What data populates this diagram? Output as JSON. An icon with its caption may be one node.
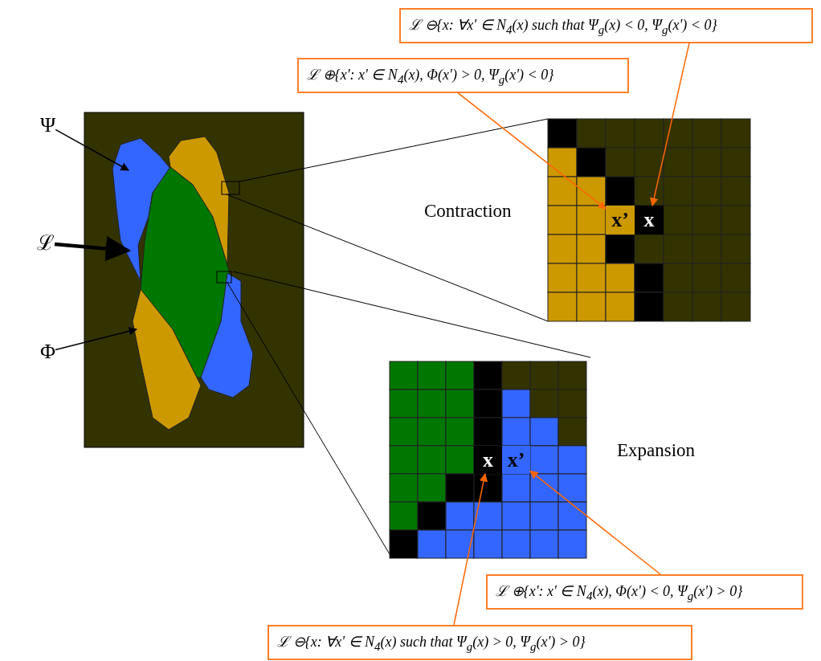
{
  "diagram": {
    "nodes": [
      {
        "text": [
          "ℒ ⊖{x: ∀x' ∈ N$_{4}$(x) such that Ψ$_{g}$(x) < 0, Ψ$_{g}$(x') < 0}"
        ]
      },
      {
        "text": [
          "ℒ ⊕{x': x' ∈ N$_{4}$(x), Φ(x') > 0, Ψ$_{g}$(x') < 0}"
        ]
      },
      {
        "text": [
          "Ψ"
        ]
      },
      {
        "text": [
          "x’"
        ]
      },
      {
        "text": [
          "x"
        ]
      },
      {
        "text": [
          "ℒ"
        ]
      },
      {
        "text": [
          "Φ"
        ]
      },
      {
        "text": [
          "x"
        ]
      },
      {
        "text": [
          "x’"
        ]
      },
      {
        "text": [
          "ℒ ⊕{x': x' ∈ N$_{4}$(x), Φ(x') < 0, Ψ$_{g}$(x') > 0}"
        ]
      },
      {
        "text": [
          "ℒ ⊖{x: ∀x' ∈ N$_{4}$(x) such that Ψ$_{g}$(x) > 0, Ψ$_{g}$(x') > 0}"
        ]
      }
    ],
    "edges": [
      {
        "from": 0,
        "to": 4,
        "arrow": "to",
        "color": "#ff6600"
      },
      {
        "from": 1,
        "to": 3,
        "arrow": "to",
        "color": "#ff6600"
      },
      {
        "from": 2,
        "to": null,
        "arrow": "to",
        "color": "#000000"
      },
      {
        "from": 5,
        "to": null,
        "arrow": "to",
        "style": "thick",
        "color": "#000000"
      },
      {
        "from": 6,
        "to": null,
        "arrow": "to",
        "color": "#000000"
      },
      {
        "from": 9,
        "to": 8,
        "arrow": "to",
        "color": "#ff6600"
      },
      {
        "from": 10,
        "to": 7,
        "arrow": "to",
        "color": "#ff6600"
      }
    ],
    "labels": [
      "Contraction",
      "Expansion"
    ]
  }
}
